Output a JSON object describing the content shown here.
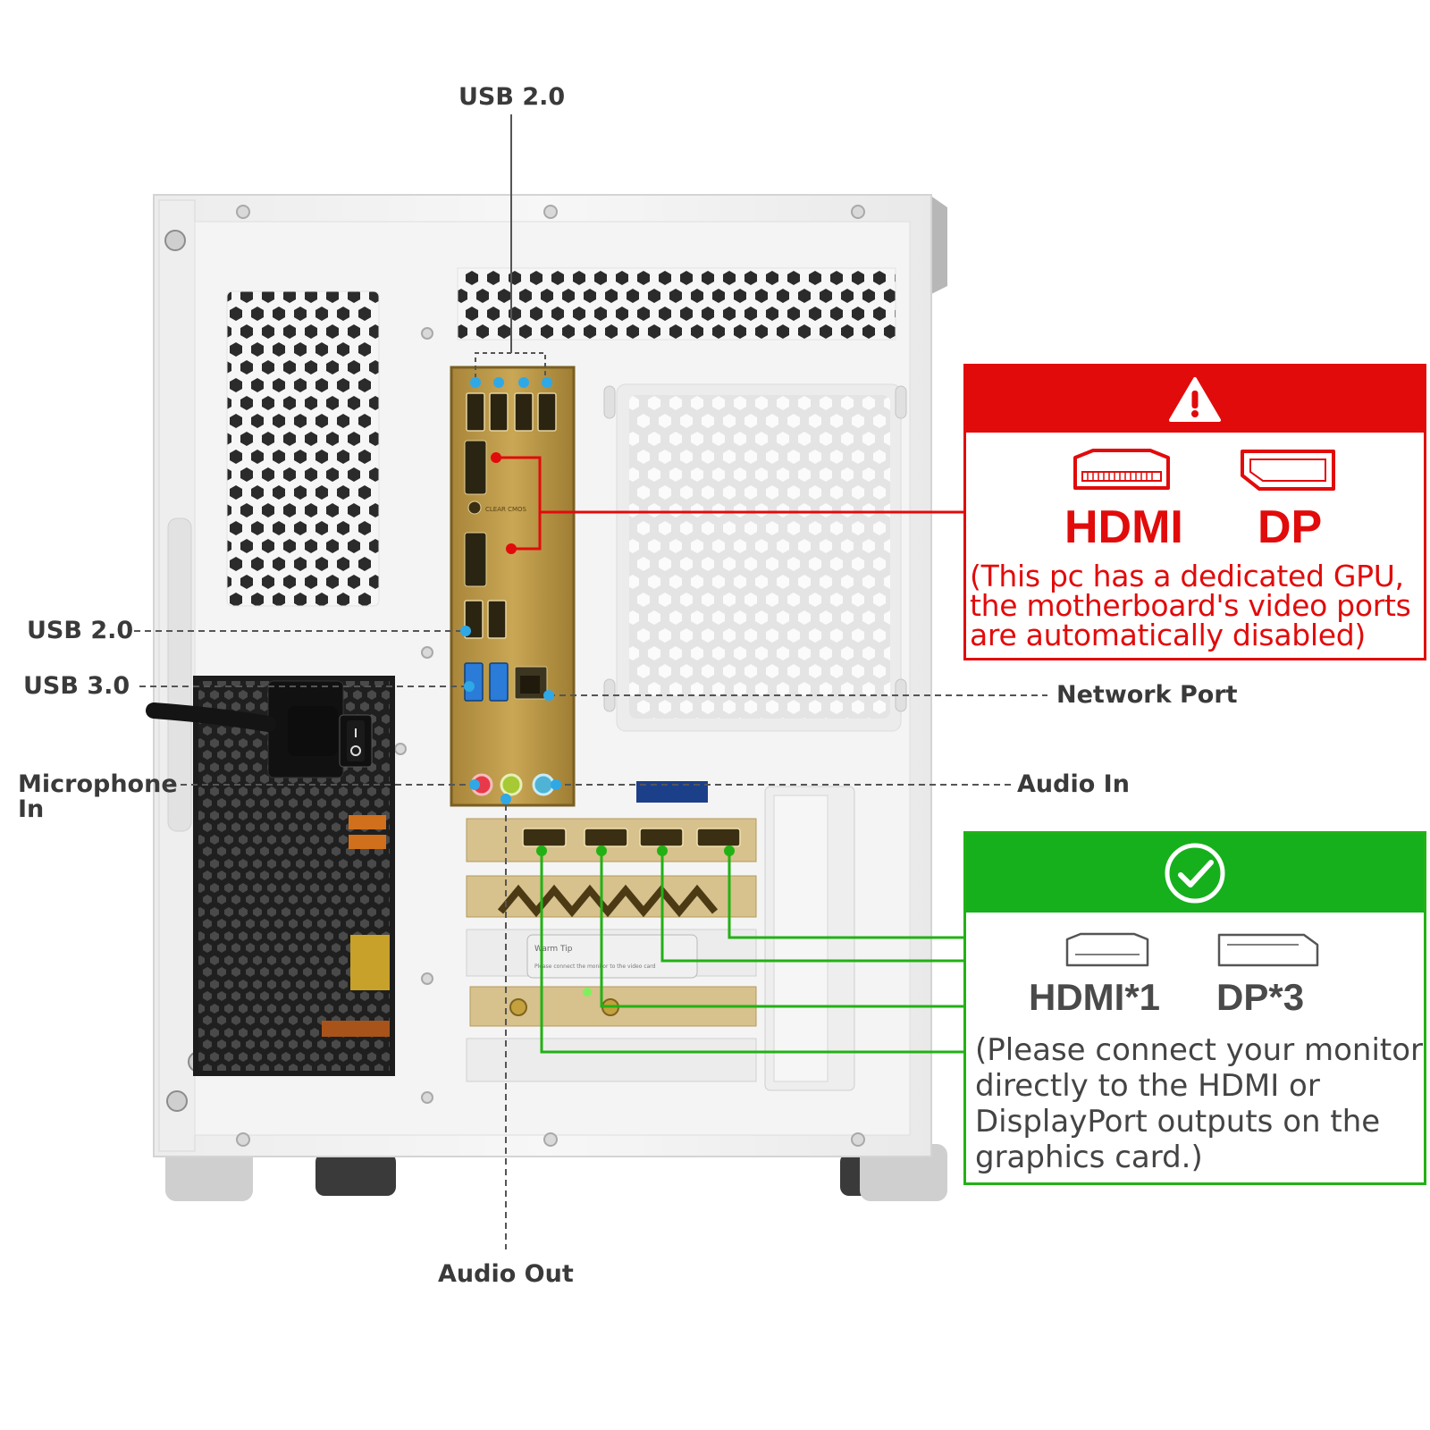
{
  "callouts": {
    "usb20_top": "USB 2.0",
    "usb20_left": "USB 2.0",
    "usb30": "USB 3.0",
    "microphone_in": [
      "Microphone",
      "In"
    ],
    "network_port": "Network Port",
    "audio_in": "Audio In",
    "audio_out": "Audio Out"
  },
  "warning_box": {
    "port1": "HDMI",
    "port2": "DP",
    "note_lines": [
      "(This pc has a dedicated GPU,",
      "the motherboard's video ports",
      "are automatically disabled)"
    ],
    "color": "#e10b0b",
    "icon": "warning-triangle-icon"
  },
  "ok_box": {
    "port1": "HDMI*1",
    "port2": "DP*3",
    "note_lines": [
      "(Please connect your monitor",
      "directly to the HDMI or",
      "DisplayPort outputs on the",
      "graphics card.)"
    ],
    "color": "#16b01c",
    "icon": "check-circle-icon"
  },
  "gpu_bracket": {
    "tip_title": "Warm Tip",
    "tip_text": "Please connect the monitor to the video card"
  },
  "io_shield": {
    "clear_cmos": "CLEAR CMOS"
  }
}
